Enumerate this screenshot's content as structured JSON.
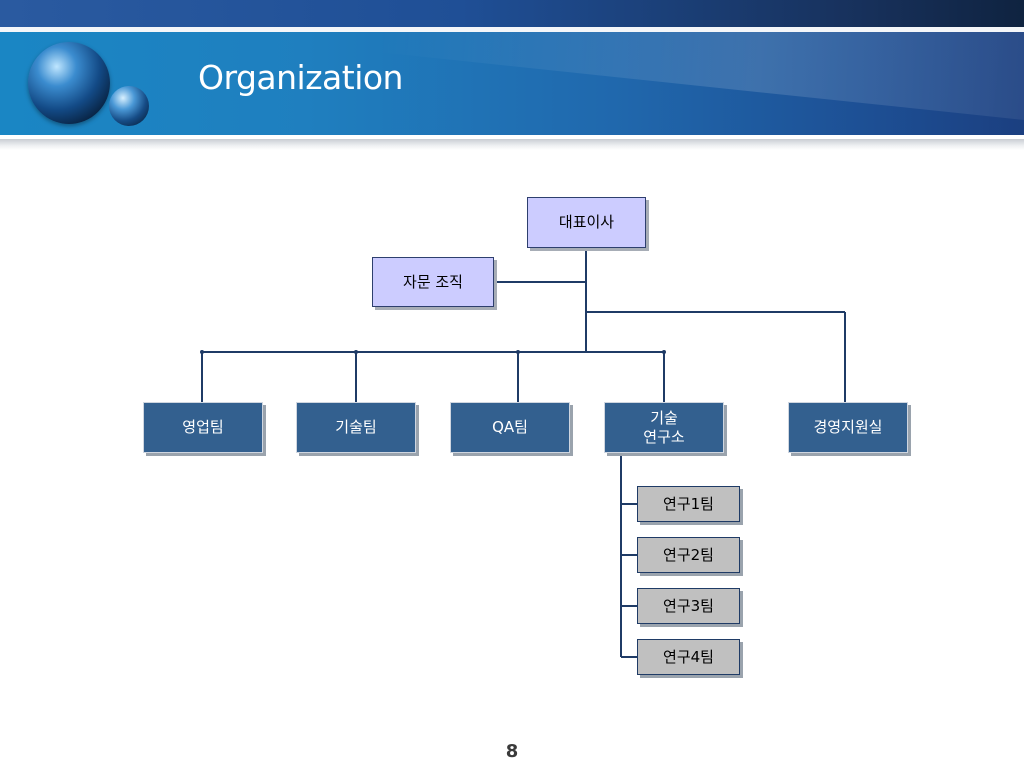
{
  "slide": {
    "title": "Organization",
    "page_number": "8"
  },
  "org_chart": {
    "ceo": "대표이사",
    "advisory": "자문 조직",
    "teams": [
      {
        "label": "영업팀"
      },
      {
        "label": "기술팀"
      },
      {
        "label": "QA팀"
      },
      {
        "label": "기술\n연구소"
      },
      {
        "label": "경영지원실"
      }
    ],
    "research_sub_teams": [
      {
        "label": "연구1팀"
      },
      {
        "label": "연구2팀"
      },
      {
        "label": "연구3팀"
      },
      {
        "label": "연구4팀"
      }
    ]
  },
  "colors": {
    "banner": "#1f7fbf",
    "top_node_fill": "#ccccff",
    "team_fill": "#33608f",
    "sub_team_fill": "#c0c0c0",
    "connector": "#1f3b66"
  }
}
